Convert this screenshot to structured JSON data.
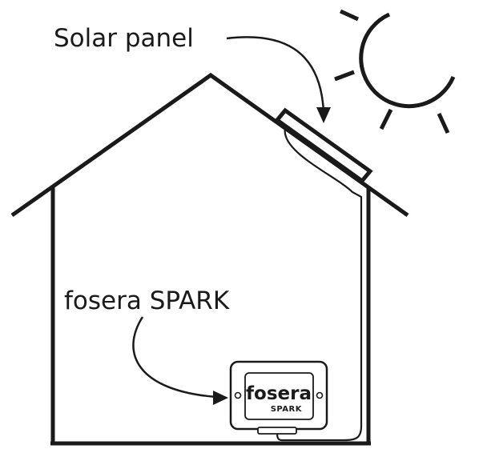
{
  "labels": {
    "solar_panel": "Solar panel",
    "device": "fosera SPARK"
  },
  "device_branding": {
    "brand": "fosera",
    "model": "SPARK"
  },
  "colors": {
    "ink": "#1a1a1a",
    "background": "#ffffff"
  },
  "icons": [
    "sun-icon",
    "house-outline",
    "solar-panel-icon",
    "device-icon"
  ]
}
